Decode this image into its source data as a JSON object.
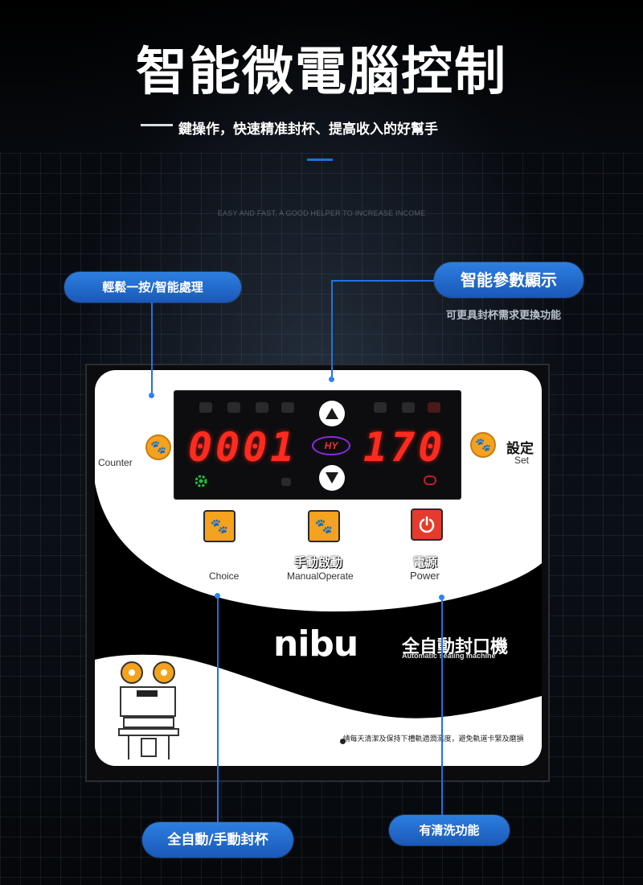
{
  "header": {
    "title": "智能微電腦控制",
    "subtitle": "鍵操作，快速精准封杯、提高收入的好幫手",
    "english_tagline": "EASY AND FAST, A GOOD HELPER TO INCREASE INCOME"
  },
  "callouts": {
    "one_touch": "輕鬆一按/智能處理",
    "smart_display": "智能參數顯示",
    "smart_display_note": "可更具封杯需求更換功能",
    "auto_manual": "全自動/手動封杯",
    "cleaning": "有清洗功能"
  },
  "panel": {
    "counter_display": "0001",
    "set_display": "170",
    "hy_logo": "HY",
    "counter_label": "Counter",
    "set_label_cn": "設定",
    "set_label_en": "Set",
    "choice_label": "Choice",
    "manual_label_cn": "手動啟動",
    "manual_label_en": "ManualOperate",
    "power_label_cn": "電源",
    "power_label_en": "Power",
    "brand": "nibu",
    "machine_name_cn": "全自動封口機",
    "machine_name_en": "Automatic sealing machine",
    "warning": "請每天清潔及保持下槽軌適潤濕度，避免軌道卡緊及磨損"
  },
  "colors": {
    "accent_blue": "#1f73e0",
    "led_red": "#ff2b1f",
    "paw_orange": "#f5a21f",
    "power_red": "#e53b2c"
  }
}
